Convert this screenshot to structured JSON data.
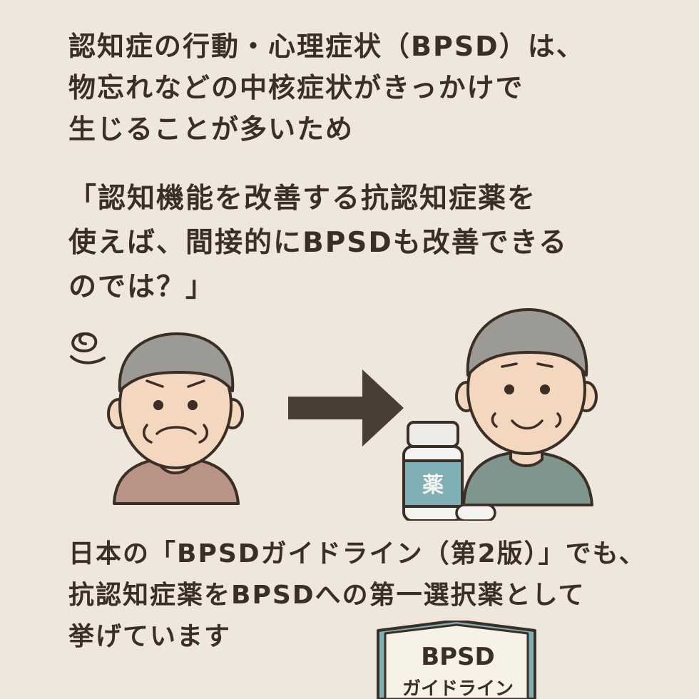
{
  "intro": {
    "lines": [
      "認知症の行動・心理症状（BPSD）は、",
      "物忘れなどの中核症状がきっかけで",
      "生じることが多いため"
    ]
  },
  "question": {
    "lines": [
      "「認知機能を改善する抗認知症薬を",
      "使えば、間接的にBPSDも改善できる",
      "のでは？」"
    ]
  },
  "illustration": {
    "medicine_label": "薬",
    "colors": {
      "background": "#efe7db",
      "outline": "#3a2e26",
      "hair": "#9c9a95",
      "skin": "#f3d7bf",
      "shirt_before": "#b89386",
      "shirt_after": "#7f958d",
      "bottle_label": "#7fb0b6"
    }
  },
  "guideline": {
    "lines": [
      "日本の「BPSDガイドライン（第2版）」でも、",
      "抗認知症薬をBPSDへの第一選択薬として",
      "挙げています"
    ]
  },
  "book": {
    "title": "BPSD",
    "subtitle": "ガイドライン"
  }
}
